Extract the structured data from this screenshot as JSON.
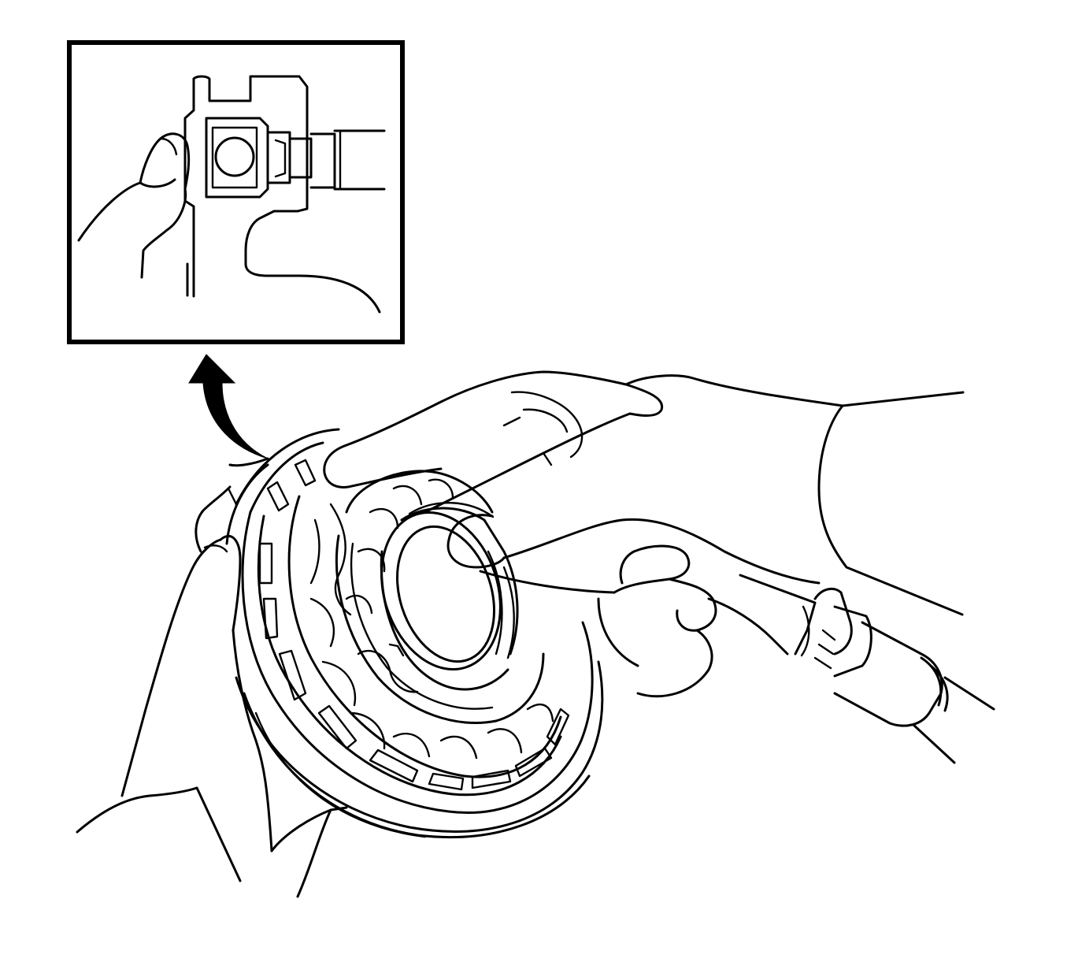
{
  "figure": {
    "background": "#ffffff",
    "ink": "#000000",
    "icons": [
      "detail-inset",
      "direction-arrow-icon",
      "pump-body-illustration",
      "air-nozzle-illustration",
      "hands-illustration"
    ]
  }
}
